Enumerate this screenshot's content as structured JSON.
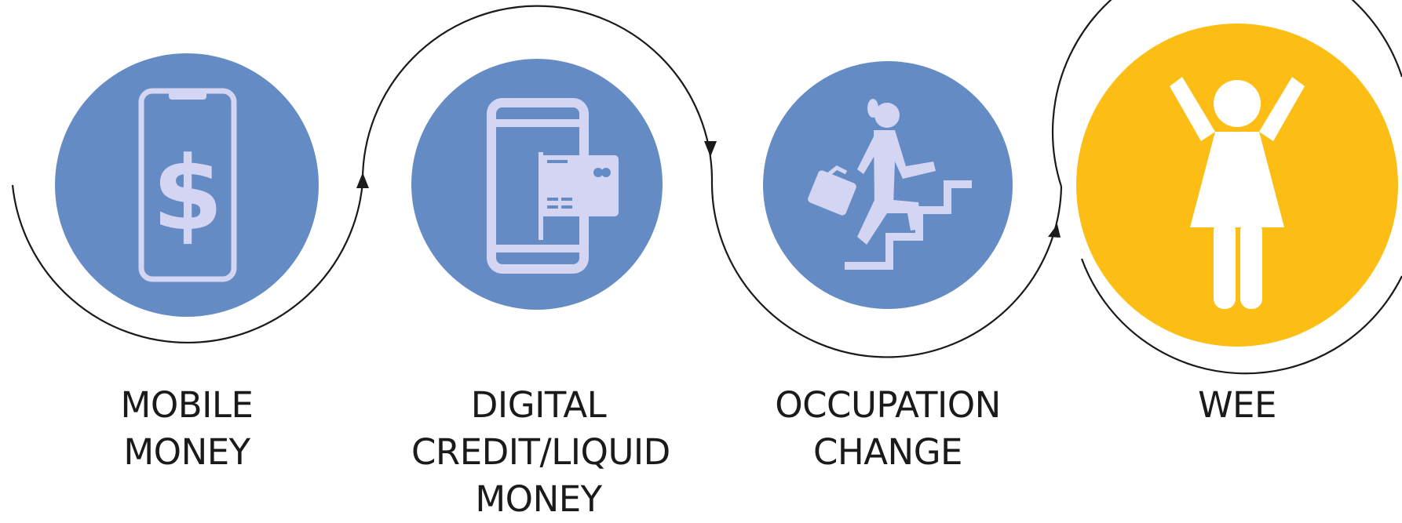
{
  "colors": {
    "stage_fill": "#658bc4",
    "icon_fill": "#d3d5f2",
    "outcome_fill": "#fcbe14",
    "outcome_icon_fill": "#ffffff",
    "connector_stroke": "#1a1a1a"
  },
  "stages": [
    {
      "id": "mobile-money",
      "icon": "phone-dollar-icon",
      "label_lines": [
        "MOBILE",
        "MONEY"
      ]
    },
    {
      "id": "digital-credit",
      "icon": "phone-card-icon",
      "label_lines": [
        "DIGITAL",
        "CREDIT/LIQUID",
        "MONEY"
      ]
    },
    {
      "id": "occupation-change",
      "icon": "woman-climbing-stairs-icon",
      "label_lines": [
        "OCCUPATION",
        "CHANGE"
      ]
    },
    {
      "id": "wee",
      "icon": "woman-arms-raised-icon",
      "label_lines": [
        "WEE"
      ],
      "highlight": true
    }
  ]
}
